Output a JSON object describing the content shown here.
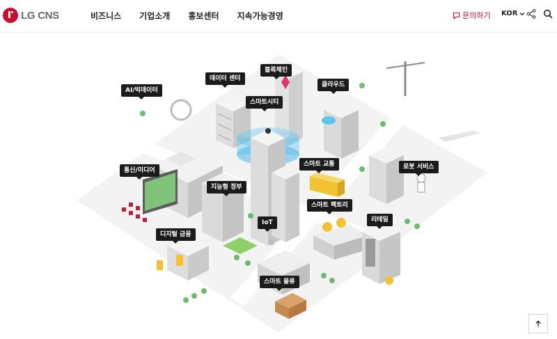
{
  "header": {
    "logo_text": "LG CNS",
    "nav": [
      "비즈니스",
      "기업소개",
      "홍보센터",
      "지속가능경영"
    ],
    "inquiry_label": "문의하기",
    "language": "KOR"
  },
  "map": {
    "labels": {
      "ai_bigdata": "AI/빅데이터",
      "datacenter": "데이터 센터",
      "blockchain": "블록체인",
      "smartcity": "스마트시티",
      "cloud": "클라우드",
      "telecom_media": "통신/미디어",
      "smart_transport": "스마트 교통",
      "robot_service": "로봇 서비스",
      "smart_gov": "지능형 정부",
      "smart_factory": "스마트 팩토리",
      "iot": "IoT",
      "retail": "리테일",
      "digital_finance": "디지털 금융",
      "smart_logistics": "스마트 물류"
    }
  },
  "colors": {
    "brand": "#c8102e",
    "tag_bg": "#1b1b1b",
    "ground": "#eeeeee",
    "road": "#f6f6f6",
    "building_top": "#f2f2f2",
    "building_left": "#d9d9d9",
    "building_right": "#c4c4c4",
    "smartcity_ring": "#5fc3ef",
    "tree": "#6dbb6d"
  }
}
